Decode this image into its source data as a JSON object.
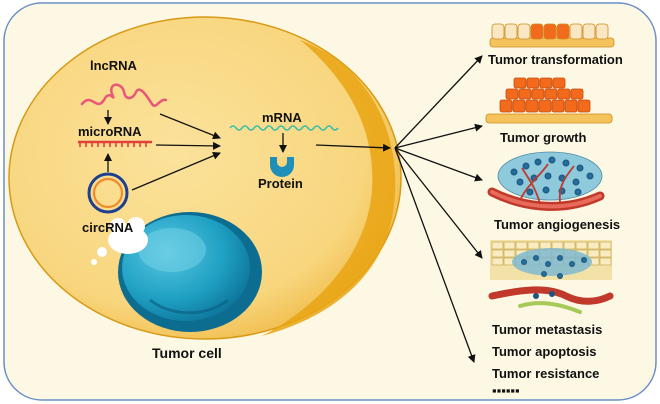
{
  "cell": {
    "title": "Tumor cell",
    "lncrna": "lncRNA",
    "microrna": "microRNA",
    "circrna": "circRNA",
    "mrna": "mRNA",
    "protein": "Protein"
  },
  "outcomes": {
    "transformation": "Tumor transformation",
    "growth": "Tumor growth",
    "angiogenesis": "Tumor angiogenesis",
    "metastasis": "Tumor metastasis",
    "apoptosis": "Tumor apoptosis",
    "resistance": "Tumor resistance",
    "more": "▪▪▪▪▪▪"
  },
  "colors": {
    "panel_fill": "#fcf8e4",
    "panel_border": "#6b8fc6",
    "cell_fill": "#f8d67e",
    "cell_rim": "#e9a513",
    "nucleus": "#1ea0c3",
    "lncrna_strand": "#e8567a",
    "microrna_strand": "#e0413a",
    "circrna_outer": "#1f3f8f",
    "circrna_inner": "#f08a2a",
    "mrna_strand": "#3fbfa7",
    "protein": "#1d8fb8",
    "cell_layer": "#f26a1b",
    "vessel": "#c0392b"
  }
}
